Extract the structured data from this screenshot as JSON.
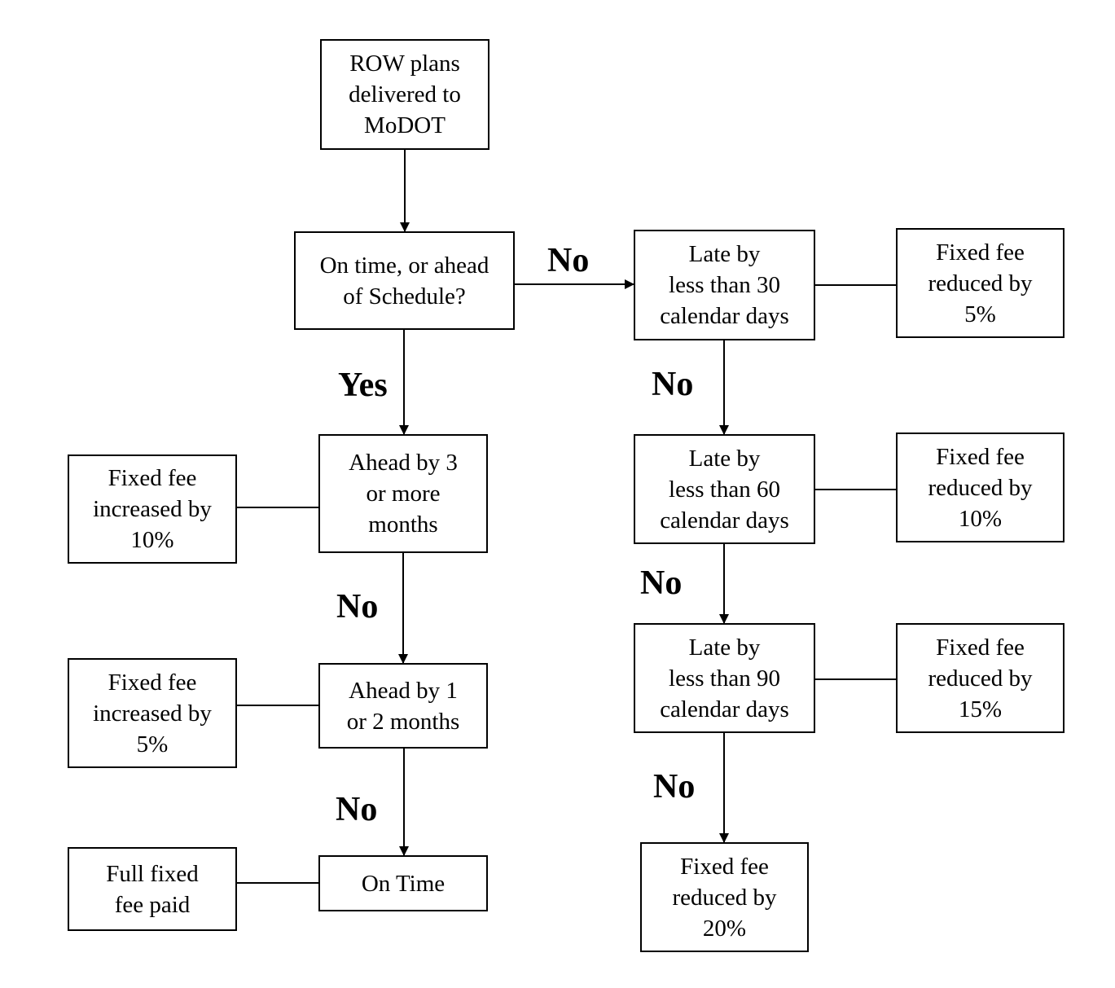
{
  "nodes": {
    "start": "ROW plans\ndelivered to\nMoDOT",
    "decision": "On time, or ahead\nof Schedule?",
    "ahead3": "Ahead by 3\nor more\nmonths",
    "ahead1": "Ahead by 1\nor 2 months",
    "ontime": "On Time",
    "inc10": "Fixed fee\nincreased by\n10%",
    "inc5": "Fixed fee\nincreased by\n5%",
    "full": "Full fixed\nfee paid",
    "late30": "Late by\nless than 30\ncalendar days",
    "late60": "Late by\nless than 60\ncalendar days",
    "late90": "Late by\nless than 90\ncalendar days",
    "red5": "Fixed fee\nreduced by\n5%",
    "red10": "Fixed fee\nreduced by\n10%",
    "red15": "Fixed fee\nreduced by\n15%",
    "red20": "Fixed fee\nreduced by\n20%"
  },
  "labels": {
    "yes": "Yes",
    "no_right": "No",
    "no_left1": "No",
    "no_left2": "No",
    "no_r1": "No",
    "no_r2": "No",
    "no_r3": "No"
  }
}
